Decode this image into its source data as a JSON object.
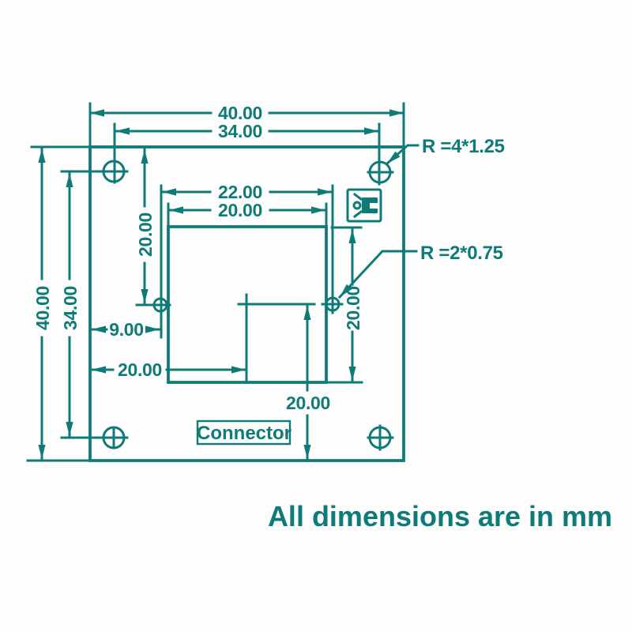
{
  "colors": {
    "ink": "#0f7b78",
    "background": "#fdfdfd"
  },
  "note": "All dimensions are in mm",
  "connector_label": "Connector",
  "dimensions": {
    "board_width": "40.00",
    "board_height": "40.00",
    "mount_hole_spacing_h": "34.00",
    "mount_hole_spacing_v": "34.00",
    "inner_hole_spacing": "22.00",
    "module_width": "20.00",
    "module_height": "20.00",
    "top_edge_to_module_center": "20.00",
    "left_edge_to_board_center": "20.00",
    "board_center_to_bottom_edge": "20.00",
    "left_edge_to_inner_hole": "9.00"
  },
  "callouts": {
    "mount_hole_radius": "R =4*1.25",
    "inner_hole_radius": "R =2*0.75"
  },
  "icons": {
    "port": "usb-icon"
  }
}
